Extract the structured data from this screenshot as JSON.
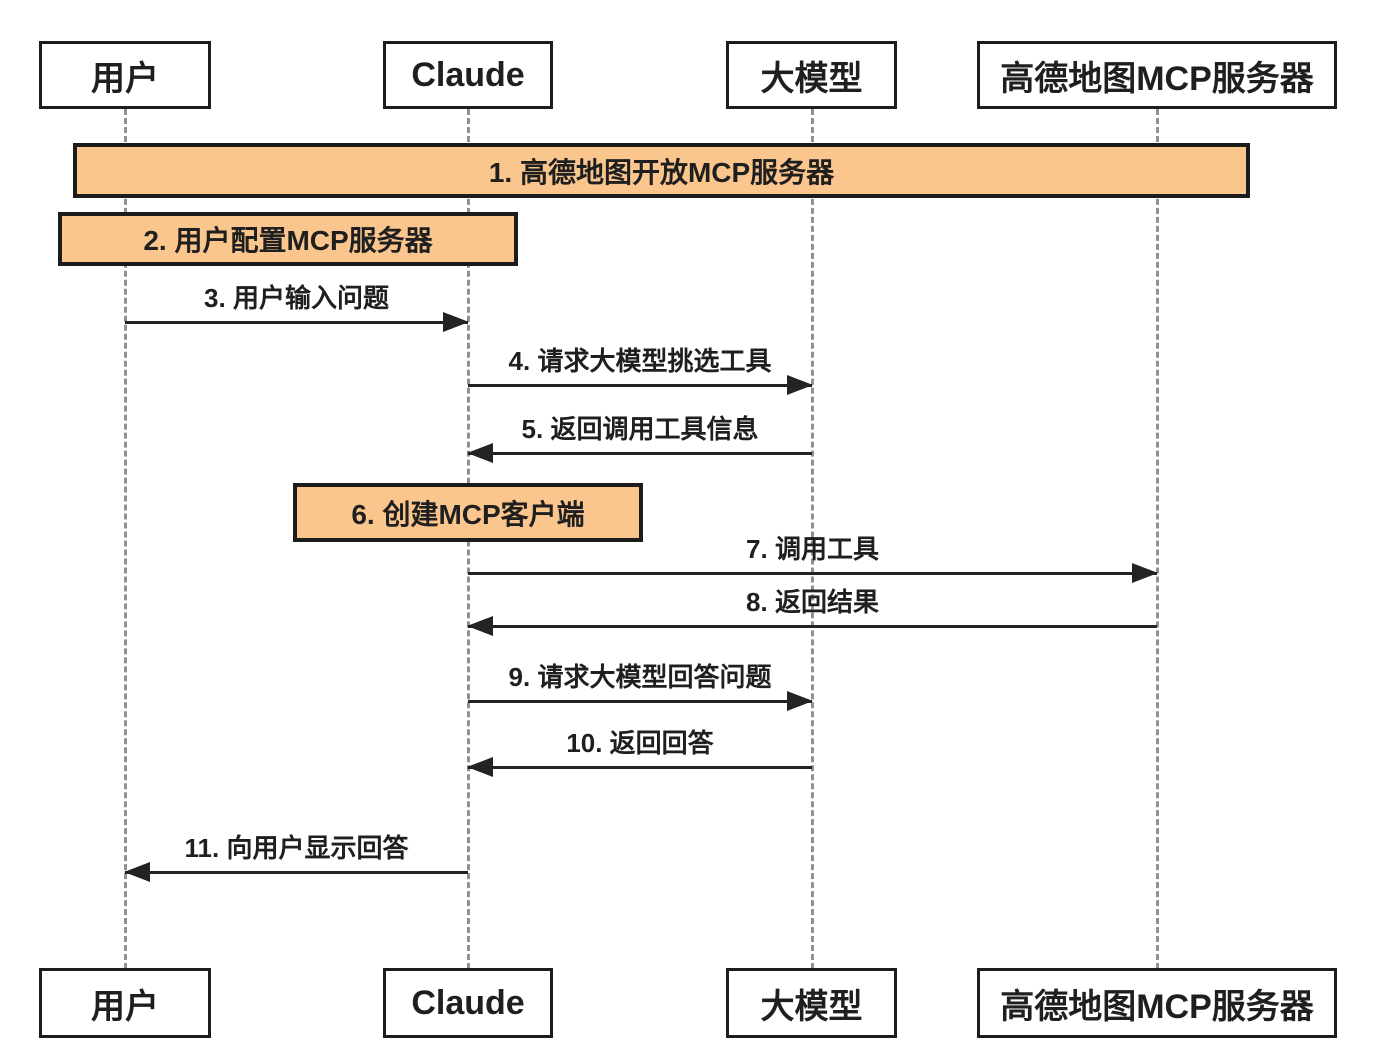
{
  "participants": [
    {
      "name": "用户"
    },
    {
      "name": "Claude"
    },
    {
      "name": "大模型"
    },
    {
      "name": "高德地图MCP服务器"
    }
  ],
  "notes": [
    {
      "label": "1. 高德地图开放MCP服务器"
    },
    {
      "label": "2. 用户配置MCP服务器"
    },
    {
      "label": "6. 创建MCP客户端"
    }
  ],
  "messages": [
    {
      "label": "3. 用户输入问题",
      "from": "用户",
      "to": "Claude"
    },
    {
      "label": "4. 请求大模型挑选工具",
      "from": "Claude",
      "to": "大模型"
    },
    {
      "label": "5. 返回调用工具信息",
      "from": "大模型",
      "to": "Claude"
    },
    {
      "label": "7. 调用工具",
      "from": "Claude",
      "to": "高德地图MCP服务器"
    },
    {
      "label": "8. 返回结果",
      "from": "高德地图MCP服务器",
      "to": "Claude"
    },
    {
      "label": "9. 请求大模型回答问题",
      "from": "Claude",
      "to": "大模型"
    },
    {
      "label": "10. 返回回答",
      "from": "大模型",
      "to": "Claude"
    },
    {
      "label": "11. 向用户显示回答",
      "from": "Claude",
      "to": "用户"
    }
  ],
  "colors": {
    "note_fill": "#FAC68D",
    "box_border": "#1C1C1C",
    "arrow_line": "#232323",
    "lifeline": "#919191",
    "text": "#1F1F1F",
    "background": "#FFFFFF"
  }
}
